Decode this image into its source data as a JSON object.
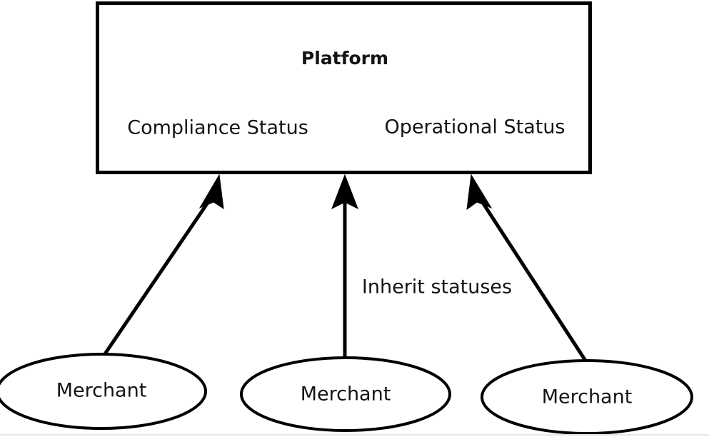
{
  "diagram": {
    "type": "entity-relationship",
    "background_color": "#ffffff",
    "stroke_color": "#000000",
    "text_color": "#141414",
    "platform": {
      "title": "Platform",
      "attributes": [
        {
          "label": "Compliance Status"
        },
        {
          "label": "Operational Status"
        }
      ]
    },
    "edge_label": "Inherit statuses",
    "merchants": [
      {
        "label": "Merchant"
      },
      {
        "label": "Merchant"
      },
      {
        "label": "Merchant"
      }
    ],
    "footer": {
      "rule_color": "#e6e6e6"
    }
  }
}
